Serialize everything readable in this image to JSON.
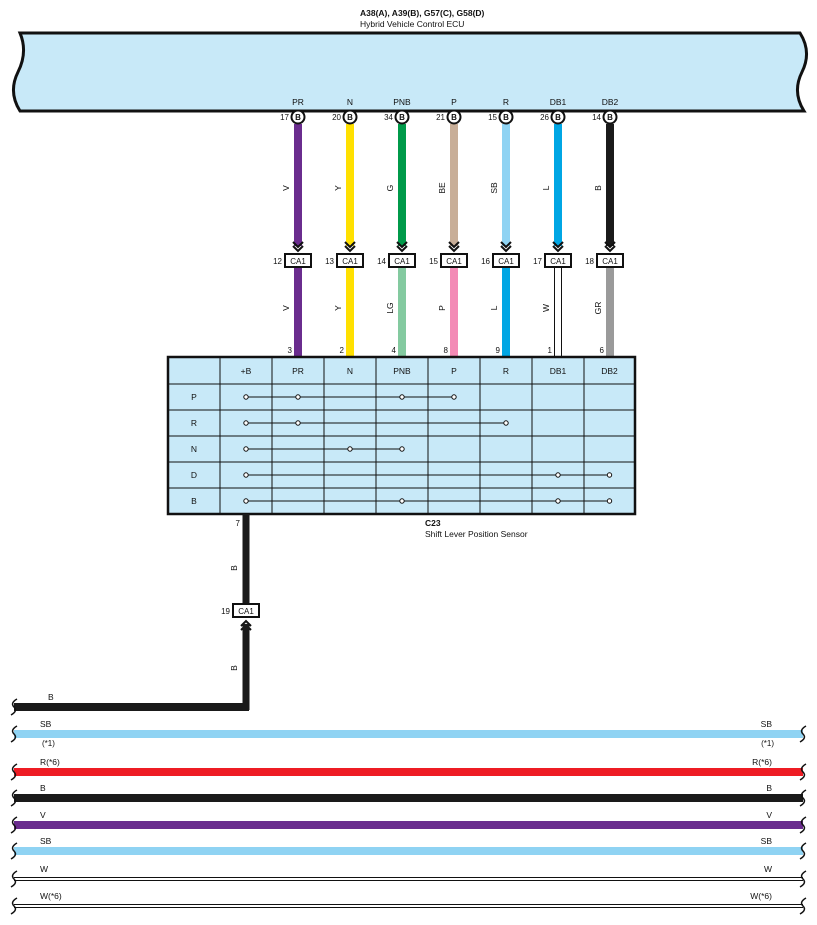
{
  "ecu": {
    "connectors": "A38(A), A39(B), G57(C), G58(D)",
    "name": "Hybrid Vehicle Control ECU"
  },
  "colors": {
    "V": "#6a2c8e",
    "Y": "#ffe000",
    "G": "#009a4a",
    "BE": "#c8ae98",
    "SB": "#8fd3f3",
    "L": "#00a6e4",
    "B": "#1a1a1a",
    "LG": "#84caa0",
    "P": "#f38bb6",
    "W": "#ffffff",
    "GR": "#9a9a9a",
    "R": "#ee1c24",
    "ecu_fill": "#c8e9f8",
    "table_fill": "#c8e9f8"
  },
  "wires": [
    {
      "signal": "PR",
      "ecu_pin": "17",
      "ecu_conn": "B",
      "upper_color": "V",
      "ca_pin": "12",
      "ca_conn": "CA1",
      "lower_color": "V",
      "sensor_pin": "3"
    },
    {
      "signal": "N",
      "ecu_pin": "20",
      "ecu_conn": "B",
      "upper_color": "Y",
      "ca_pin": "13",
      "ca_conn": "CA1",
      "lower_color": "Y",
      "sensor_pin": "2"
    },
    {
      "signal": "PNB",
      "ecu_pin": "34",
      "ecu_conn": "B",
      "upper_color": "G",
      "ca_pin": "14",
      "ca_conn": "CA1",
      "lower_color": "LG",
      "sensor_pin": "4"
    },
    {
      "signal": "P",
      "ecu_pin": "21",
      "ecu_conn": "B",
      "upper_color": "BE",
      "ca_pin": "15",
      "ca_conn": "CA1",
      "lower_color": "P",
      "sensor_pin": "8"
    },
    {
      "signal": "R",
      "ecu_pin": "15",
      "ecu_conn": "B",
      "upper_color": "SB",
      "ca_pin": "16",
      "ca_conn": "CA1",
      "lower_color": "L",
      "sensor_pin": "9"
    },
    {
      "signal": "DB1",
      "ecu_pin": "26",
      "ecu_conn": "B",
      "upper_color": "L",
      "ca_pin": "17",
      "ca_conn": "CA1",
      "lower_color": "W",
      "sensor_pin": "1"
    },
    {
      "signal": "DB2",
      "ecu_pin": "14",
      "ecu_conn": "B",
      "upper_color": "B",
      "ca_pin": "18",
      "ca_conn": "CA1",
      "lower_color": "GR",
      "sensor_pin": "6"
    }
  ],
  "sensor": {
    "connector": "C23",
    "name": "Shift Lever Position Sensor",
    "headers": [
      "+B",
      "PR",
      "N",
      "PNB",
      "P",
      "R",
      "DB1",
      "DB2"
    ],
    "rows": [
      {
        "label": "P",
        "from": 0,
        "to": 4,
        "dots": [
          0,
          1,
          3,
          4
        ]
      },
      {
        "label": "R",
        "from": 0,
        "to": 5,
        "dots": [
          0,
          1,
          5
        ]
      },
      {
        "label": "N",
        "from": 0,
        "to": 3,
        "dots": [
          0,
          2,
          3
        ]
      },
      {
        "label": "D",
        "from": 0,
        "to": 7,
        "dots": [
          0,
          6,
          7
        ]
      },
      {
        "label": "B",
        "from": 0,
        "to": 7,
        "dots": [
          0,
          3,
          6,
          7
        ]
      }
    ],
    "power_pin": "7"
  },
  "ground": {
    "upper_color_label": "B",
    "ca_pin": "19",
    "ca_conn": "CA1",
    "lower_color_label": "B"
  },
  "buses": [
    {
      "color": "B",
      "left": "B",
      "right": "",
      "note_left": "",
      "note_right": ""
    },
    {
      "color": "SB",
      "left": "SB",
      "right": "SB",
      "note_left": "(*1)",
      "note_right": "(*1)"
    },
    {
      "color": "R",
      "left": "R(*6)",
      "right": "R(*6)",
      "note_left": "",
      "note_right": ""
    },
    {
      "color": "B",
      "left": "B",
      "right": "B",
      "note_left": "",
      "note_right": ""
    },
    {
      "color": "V",
      "left": "V",
      "right": "V",
      "note_left": "",
      "note_right": ""
    },
    {
      "color": "SB",
      "left": "SB",
      "right": "SB",
      "note_left": "",
      "note_right": ""
    },
    {
      "color": "W",
      "left": "W",
      "right": "W",
      "note_left": "",
      "note_right": ""
    },
    {
      "color": "W",
      "left": "W(*6)",
      "right": "W(*6)",
      "note_left": "",
      "note_right": ""
    }
  ]
}
